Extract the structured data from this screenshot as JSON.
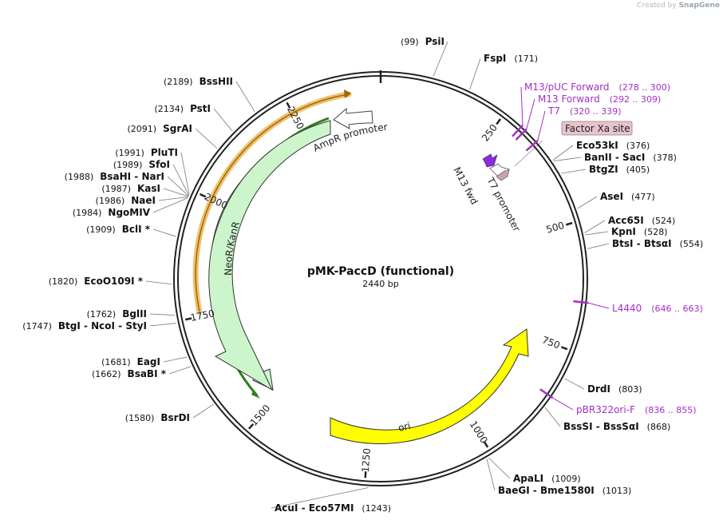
{
  "credit": {
    "prefix": "Created by",
    "brand": "SnapGene"
  },
  "plasmid": {
    "name": "pMK-PaccD (functional)",
    "size": "2440 bp"
  },
  "ticks": [
    "250",
    "500",
    "750",
    "1000",
    "1250",
    "1500",
    "1750",
    "2000",
    "2250"
  ],
  "enzymes": [
    {
      "pos": 99,
      "parts": [
        "PsiI"
      ],
      "posLabel": "(99)"
    },
    {
      "pos": 171,
      "parts": [
        "FspI"
      ],
      "posLabel": "(171)"
    },
    {
      "pos": 376,
      "parts": [
        "Eco53kI"
      ],
      "posLabel": "(376)"
    },
    {
      "pos": 378,
      "parts": [
        "BanII",
        "SacI"
      ],
      "posLabel": "(378)"
    },
    {
      "pos": 405,
      "parts": [
        "BtgZI"
      ],
      "posLabel": "(405)"
    },
    {
      "pos": 477,
      "parts": [
        "AseI"
      ],
      "posLabel": "(477)"
    },
    {
      "pos": 524,
      "parts": [
        "Acc65I"
      ],
      "posLabel": "(524)"
    },
    {
      "pos": 528,
      "parts": [
        "KpnI"
      ],
      "posLabel": "(528)"
    },
    {
      "pos": 554,
      "parts": [
        "BtsI",
        "BtsαI"
      ],
      "posLabel": "(554)"
    },
    {
      "pos": 803,
      "parts": [
        "DrdI"
      ],
      "posLabel": "(803)"
    },
    {
      "pos": 868,
      "parts": [
        "BssSI",
        "BssSαI"
      ],
      "posLabel": "(868)"
    },
    {
      "pos": 1009,
      "parts": [
        "ApaLI"
      ],
      "posLabel": "(1009)"
    },
    {
      "pos": 1013,
      "parts": [
        "BaeGI",
        "Bme1580I"
      ],
      "posLabel": "(1013)"
    },
    {
      "pos": 1243,
      "parts": [
        "AcuI",
        "Eco57MI"
      ],
      "posLabel": "(1243)"
    },
    {
      "pos": 1580,
      "parts": [
        "BsrDI"
      ],
      "posLabel": "(1580)"
    },
    {
      "pos": 1662,
      "parts": [
        "BsaBI *"
      ],
      "posLabel": "(1662)"
    },
    {
      "pos": 1681,
      "parts": [
        "EagI"
      ],
      "posLabel": "(1681)"
    },
    {
      "pos": 1747,
      "parts": [
        "BtgI",
        "NcoI",
        "StyI"
      ],
      "posLabel": "(1747)"
    },
    {
      "pos": 1762,
      "parts": [
        "BglII"
      ],
      "posLabel": "(1762)"
    },
    {
      "pos": 1820,
      "parts": [
        "EcoO109I *"
      ],
      "posLabel": "(1820)"
    },
    {
      "pos": 1909,
      "parts": [
        "BclI *"
      ],
      "posLabel": "(1909)"
    },
    {
      "pos": 1984,
      "parts": [
        "NgoMIV"
      ],
      "posLabel": "(1984)"
    },
    {
      "pos": 1986,
      "parts": [
        "NaeI"
      ],
      "posLabel": "(1986)"
    },
    {
      "pos": 1987,
      "parts": [
        "KasI"
      ],
      "posLabel": "(1987)"
    },
    {
      "pos": 1988,
      "parts": [
        "BsaHI",
        "NarI"
      ],
      "posLabel": "(1988)"
    },
    {
      "pos": 1989,
      "parts": [
        "SfoI"
      ],
      "posLabel": "(1989)"
    },
    {
      "pos": 1991,
      "parts": [
        "PluTI"
      ],
      "posLabel": "(1991)"
    },
    {
      "pos": 2091,
      "parts": [
        "SgrAI"
      ],
      "posLabel": "(2091)"
    },
    {
      "pos": 2134,
      "parts": [
        "PstI"
      ],
      "posLabel": "(2134)"
    },
    {
      "pos": 2189,
      "parts": [
        "BssHII"
      ],
      "posLabel": "(2189)"
    }
  ],
  "primer_sites": [
    {
      "label": "M13/pUC Forward",
      "range": "(278 .. 300)",
      "pos": 290
    },
    {
      "label": "M13 Forward",
      "range": "(292 .. 309)",
      "pos": 300
    },
    {
      "label": "T7",
      "range": "(320 .. 339)",
      "pos": 330
    },
    {
      "label": "L4440",
      "range": "(646 .. 663)",
      "pos": 655
    },
    {
      "label": "pBR322ori-F",
      "range": "(836 .. 855)",
      "pos": 845
    }
  ],
  "features": {
    "factor_xa": "Factor Xa site",
    "ampr_promoter": "AmpR promoter",
    "neor_kanr": "NeoR/KanR",
    "ori": "ori",
    "m13_fwd": "M13 fwd",
    "t7_promoter": "T7 promoter"
  },
  "colors": {
    "backbone": "#222222",
    "primer": "#a52ec7",
    "neor": "#ccf5cc",
    "ori": "#ffff00",
    "orange_arc": "#f0c070",
    "green_arc": "#2f7d1f",
    "factor_xa_fill": "#e9c2cc",
    "promoter_fill": "#ffffff"
  }
}
